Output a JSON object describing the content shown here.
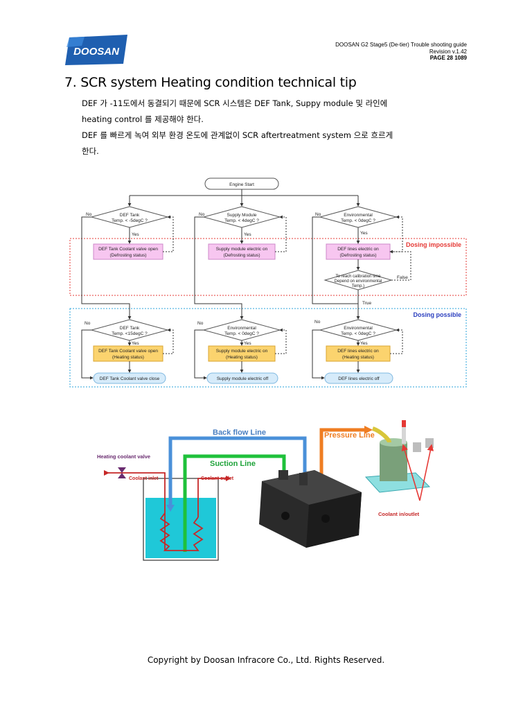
{
  "header": {
    "logo_text": "DOOSAN",
    "doc_title": "DOOSAN G2 Stage5 (De-tier) Trouble shooting guide",
    "revision": "Revision v.1.42",
    "page": "PAGE 28    1089"
  },
  "section_title": "7. SCR system Heating condition technical tip",
  "paragraph": {
    "line1": "DEF 가  -11도에서  동결되기  때문에  SCR  시스템은  DEF Tank, Suppy module  및  라인에",
    "line2": "heating control 를  제공해야  한다.",
    "line3": "DEF 를  빠르게  녹여  외부  환경  온도에  관계없이  SCR aftertreatment system 으로  흐르게",
    "line4": "한다."
  },
  "flowchart": {
    "start": "Engine Start",
    "zone_impossible": "Dosing impossible",
    "zone_possible": "Dosing possible",
    "no_label": "No",
    "yes_label": "Yes",
    "col1": {
      "d1_line1": "DEF Tank",
      "d1_line2": "Temp. < -5degC ?",
      "p1_line1": "DEF Tank Coolant valve open",
      "p1_line2": "(Defrosting status)",
      "d2_line1": "DEF Tank",
      "d2_line2": "Temp. <15degC ?",
      "p2_line1": "DEF Tank Coolant valve open",
      "p2_line2": "(Heating status)",
      "end": "DEF Tank Coolant valve close"
    },
    "col2": {
      "d1_line1": "Supply Module",
      "d1_line2": "Temp. < 4degC ?",
      "p1_line1": "Supply module electric on",
      "p1_line2": "(Defrosting status)",
      "d2_line1": "Environmental",
      "d2_line2": "Temp. < 0degC ?",
      "p2_line1": "Supply module electric on",
      "p2_line2": "(Heating status)",
      "end": "Supply module electric off"
    },
    "col3": {
      "d1_line1": "Environmental",
      "d1_line2": "Temp. < 0degC ?",
      "p1_line1": "DEF lines electric on",
      "p1_line2": "(Defrosting status)",
      "d3_line1": "To reach calibration time",
      "d3_line2": "Depend on environmental",
      "d3_line3": "Temp.)",
      "false_label": "False",
      "true_label": "True",
      "d2_line1": "Environmental",
      "d2_line2": "Temp. < 0degC ?",
      "p2_line1": "DEF lines electric on",
      "p2_line2": "(Heating status)",
      "end": "DEF lines electric off"
    }
  },
  "diagram": {
    "back_flow": "Back flow Line",
    "suction": "Suction Line",
    "pressure": "Pressure Line",
    "heating_valve": "Heating coolant valve",
    "coolant_inlet": "Coolant inlet",
    "coolant_outlet": "Coolant outlet",
    "coolant_inout": "Coolant in/outlet"
  },
  "footer": "Copyright by Doosan Infracore Co., Ltd. Rights Reserved.",
  "colors": {
    "brand_blue": "#1F5FB0",
    "pink_box": "#F7C6F0",
    "yellow_box": "#FBD36E",
    "end_box": "#D6EBFA",
    "zone_red": "#E53935",
    "zone_blue": "#29A3DB"
  }
}
